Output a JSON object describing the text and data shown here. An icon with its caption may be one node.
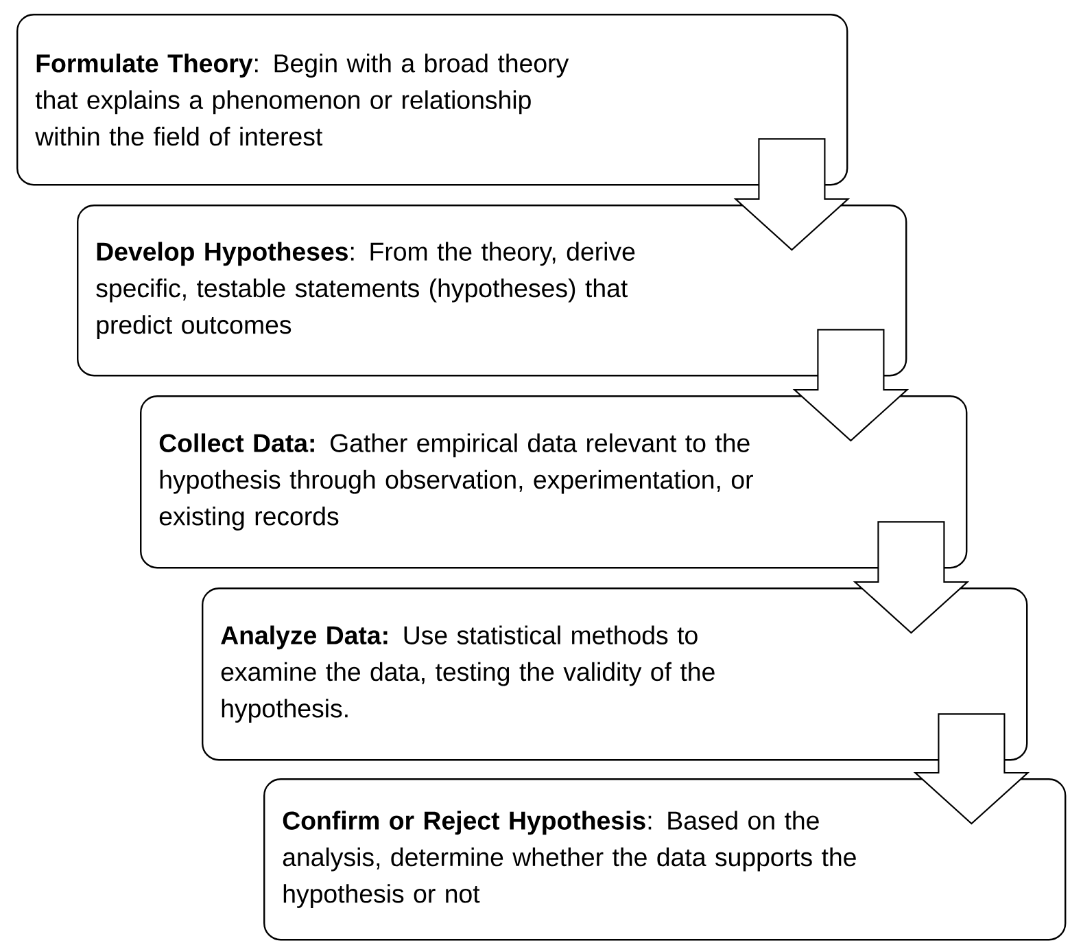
{
  "diagram": {
    "nodes": [
      {
        "text": [
          "**Formulate Theory**: Begin with a broad theory that explains a phenomenon or relationship within the field of interest"
        ]
      },
      {
        "text": [
          "**Develop Hypotheses**: From the theory, derive specific, testable statements (hypotheses) that predict outcomes"
        ]
      },
      {
        "text": [
          "**Collect Data:** Gather empirical data relevant to the hypothesis through observation, experimentation, or existing records"
        ]
      },
      {
        "text": [
          "**Analyze Data:** Use statistical methods to examine the data, testing the validity of the hypothesis."
        ]
      },
      {
        "text": [
          "**Confirm or Reject Hypothesis**: Based on the analysis, determine whether the data supports the hypothesis or not"
        ]
      }
    ],
    "edges": [
      {
        "from": 0,
        "to": 1,
        "arrow": "to"
      },
      {
        "from": 1,
        "to": 2,
        "arrow": "to"
      },
      {
        "from": 2,
        "to": 3,
        "arrow": "to"
      },
      {
        "from": 3,
        "to": 4,
        "arrow": "to"
      }
    ]
  }
}
